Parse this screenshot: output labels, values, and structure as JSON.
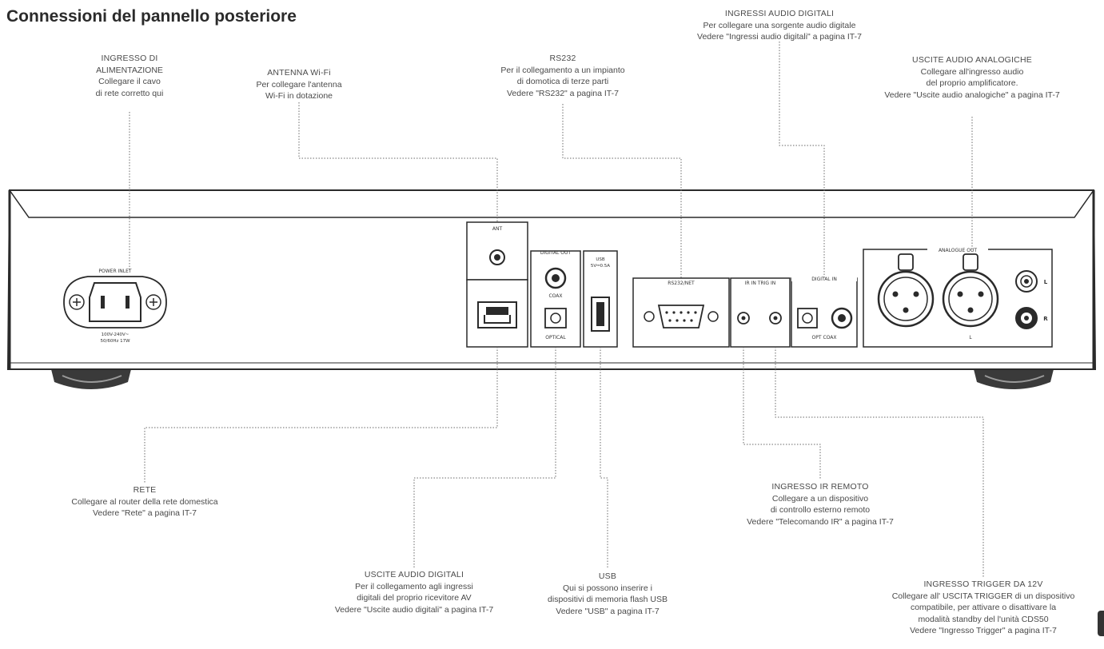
{
  "page": {
    "title": "Connessioni del pannello posteriore"
  },
  "callouts": [
    {
      "id": "power",
      "title": "INGRESSO DI",
      "lines": [
        "ALIMENTAZIONE",
        "Collegare il cavo",
        "di rete corretto qui"
      ]
    },
    {
      "id": "antenna",
      "title": "ANTENNA Wi-Fi",
      "lines": [
        "Per collegare l'antenna",
        "Wi-Fi in dotazione"
      ]
    },
    {
      "id": "rs232",
      "title": "RS232",
      "lines": [
        "Per il collegamento a un impianto",
        "di domotica di terze parti",
        "Vedere \"RS232\" a pagina IT-7"
      ]
    },
    {
      "id": "digital-in",
      "title": "INGRESSI AUDIO DIGITALI",
      "lines": [
        "Per collegare una sorgente audio digitale",
        "Vedere \"Ingressi audio digitali\" a pagina IT-7"
      ]
    },
    {
      "id": "analogue-out",
      "title": "USCITE AUDIO ANALOGICHE",
      "lines": [
        "Collegare all'ingresso audio",
        "del proprio amplificatore.",
        "Vedere \"Uscite audio analogiche\" a pagina IT-7"
      ]
    },
    {
      "id": "network",
      "title": "RETE",
      "lines": [
        "Collegare al router della rete domestica",
        "Vedere \"Rete\" a pagina IT-7"
      ]
    },
    {
      "id": "digital-out",
      "title": "USCITE AUDIO DIGITALI",
      "lines": [
        "Per il collegamento agli ingressi",
        "digitali del proprio ricevitore AV",
        "Vedere \"Uscite audio digitali\" a pagina IT-7"
      ]
    },
    {
      "id": "usb",
      "title": "USB",
      "lines": [
        "Qui si possono inserire i",
        "dispositivi di memoria flash USB",
        "Vedere \"USB\" a pagina IT-7"
      ]
    },
    {
      "id": "ir",
      "title": "INGRESSO IR REMOTO",
      "lines": [
        "Collegare a un dispositivo",
        "di controllo esterno remoto",
        "Vedere \"Telecomando IR\" a pagina IT-7"
      ]
    },
    {
      "id": "trigger",
      "title": "INGRESSO TRIGGER DA 12V",
      "lines": [
        "Collegare all' USCITA TRIGGER di un dispositivo",
        "compatibile, per attivare o disattivare la",
        "modalità standby del l'unità CDS50",
        "Vedere \"Ingresso Trigger\" a pagina IT-7"
      ]
    }
  ],
  "panel": {
    "power_inlet": "POWER INLET",
    "power_rating_1": "100V-240V~",
    "power_rating_2": "50/60Hz 17W",
    "ant": "ANT",
    "digital_out": "DIGITAL OUT",
    "coax": "COAX",
    "optical": "OPTICAL",
    "usb_1": "USB",
    "usb_2": "5V⎓0.5A",
    "rs232": "RS232/NET",
    "ir_trig": "IR IN  TRIG IN",
    "digital_in": "DIGITAL IN",
    "opt_coax": "OPT  COAX",
    "analogue_out": "ANALOGUE OUT",
    "left": "L",
    "right": "R",
    "xlr_left": "L"
  }
}
